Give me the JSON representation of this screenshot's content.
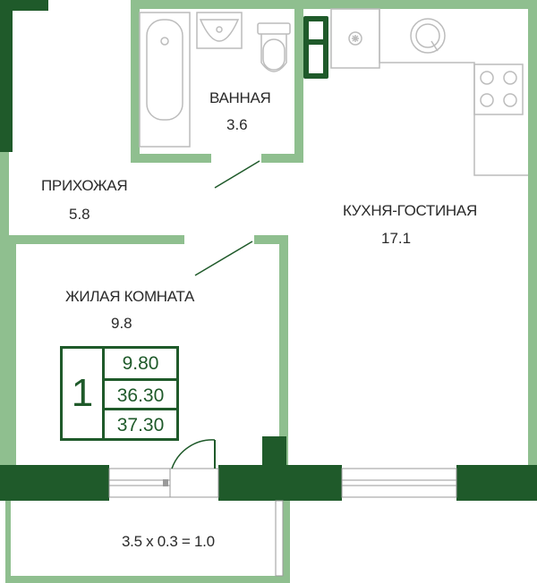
{
  "rooms": {
    "bathroom": {
      "label": "ВАННАЯ",
      "area": "3.6"
    },
    "hallway": {
      "label": "ПРИХОЖАЯ",
      "area": "5.8"
    },
    "kitchen_living": {
      "label": "КУХНЯ-ГОСТИНАЯ",
      "area": "17.1"
    },
    "bedroom": {
      "label": "ЖИЛАЯ КОМНАТА",
      "area": "9.8"
    },
    "balcony": {
      "label": "3.5 x 0.3 = 1.0"
    }
  },
  "summary": {
    "rooms_count": "1",
    "living_area": "9.80",
    "area_total": "36.30",
    "area_with_balcony": "37.30"
  },
  "colors": {
    "wall_light": "#8fbf8f",
    "wall_dark": "#1f5a2a",
    "fixture": "#bcbcbc"
  }
}
